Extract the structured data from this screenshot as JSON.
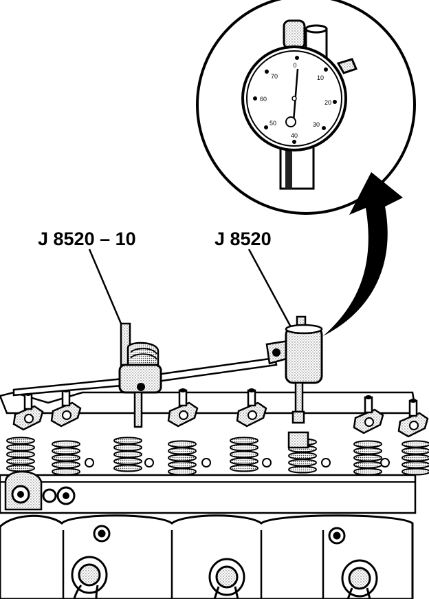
{
  "callouts": {
    "tool_left": "J 8520 – 10",
    "tool_right": "J 8520"
  },
  "dial_gauge": {
    "scale_labels": [
      "0",
      "10",
      "20",
      "30",
      "40",
      "50",
      "60",
      "70"
    ]
  },
  "colors": {
    "ink": "#000000",
    "paper": "#ffffff",
    "stipple": "#8a8a8a"
  }
}
